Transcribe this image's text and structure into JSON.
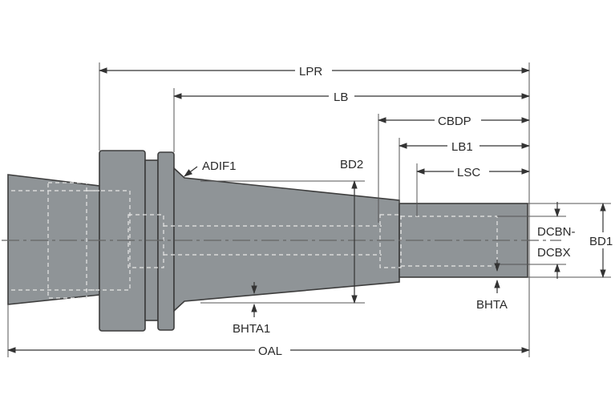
{
  "labels": {
    "lpr": "LPR",
    "lb": "LB",
    "cbdp": "CBDP",
    "lb1": "LB1",
    "lsc": "LSC",
    "adif1": "ADIF1",
    "bd2": "BD2",
    "dcbn": "DCBN-",
    "dcbx": "DCBX",
    "bd1": "BD1",
    "bhta1": "BHTA1",
    "bhta": "BHTA",
    "oal": "OAL"
  },
  "colors": {
    "body": "#8f9497",
    "outline": "#3d3d3d",
    "hidden_lines": "#e6e6e6",
    "background": "#ffffff"
  }
}
